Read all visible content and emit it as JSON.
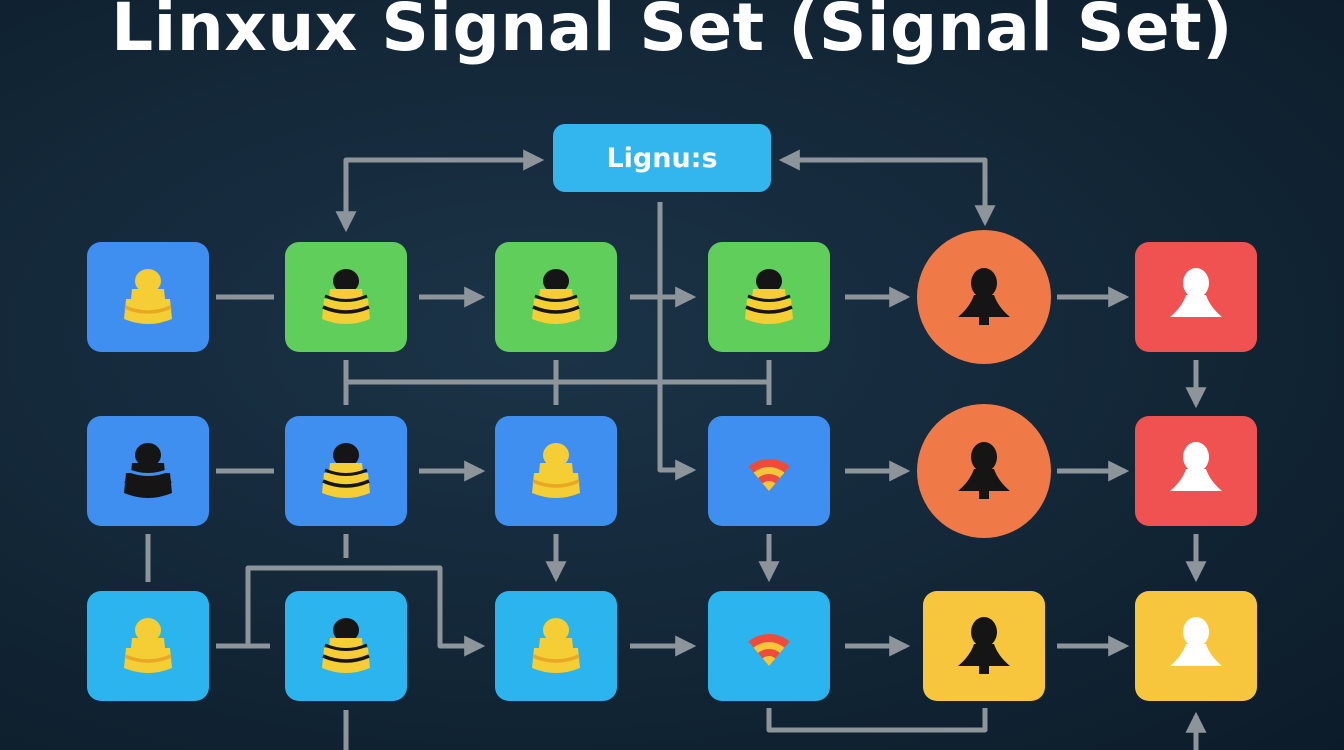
{
  "title": "Linxux Signal Set (Signal Set)",
  "hub": {
    "label": "Lignu:s"
  },
  "colors": {
    "background": "#12283a",
    "connector": "#8d959b",
    "hub": "#33b6ee",
    "blue": "#3e8ff0",
    "cyan": "#2bb4ee",
    "green": "#5fce5a",
    "orange": "#ef7a48",
    "red": "#ef5250",
    "yellow": "#f8c63d",
    "figure_yellow": "#f5cd35",
    "figure_black": "#151515",
    "figure_white": "#ffffff"
  },
  "rows": [
    {
      "nodes": [
        {
          "name": "node-r1-c1",
          "shape": "square",
          "color": "blue",
          "icon": "yellow-pawn-icon"
        },
        {
          "name": "node-r1-c2",
          "shape": "square",
          "color": "green",
          "icon": "black-yellow-pawn-icon"
        },
        {
          "name": "node-r1-c3",
          "shape": "square",
          "color": "green",
          "icon": "black-yellow-pawn-icon"
        },
        {
          "name": "node-r1-c4",
          "shape": "square",
          "color": "green",
          "icon": "black-yellow-pawn-icon"
        },
        {
          "name": "node-r1-c5",
          "shape": "circle",
          "color": "orange",
          "icon": "black-person-icon"
        },
        {
          "name": "node-r1-c6",
          "shape": "square",
          "color": "red",
          "icon": "white-person-icon"
        }
      ]
    },
    {
      "nodes": [
        {
          "name": "node-r2-c1",
          "shape": "square",
          "color": "blue",
          "icon": "black-pawn-icon"
        },
        {
          "name": "node-r2-c2",
          "shape": "square",
          "color": "blue",
          "icon": "black-yellow-pawn-icon"
        },
        {
          "name": "node-r2-c3",
          "shape": "square",
          "color": "blue",
          "icon": "yellow-pawn-icon"
        },
        {
          "name": "node-r2-c4",
          "shape": "square",
          "color": "blue",
          "icon": "signal-wave-icon"
        },
        {
          "name": "node-r2-c5",
          "shape": "circle",
          "color": "orange",
          "icon": "black-person-icon"
        },
        {
          "name": "node-r2-c6",
          "shape": "square",
          "color": "red",
          "icon": "white-person-icon"
        }
      ]
    },
    {
      "nodes": [
        {
          "name": "node-r3-c1",
          "shape": "square",
          "color": "cyan",
          "icon": "yellow-pawn-icon"
        },
        {
          "name": "node-r3-c2",
          "shape": "square",
          "color": "cyan",
          "icon": "black-yellow-pawn-icon"
        },
        {
          "name": "node-r3-c3",
          "shape": "square",
          "color": "cyan",
          "icon": "yellow-pawn-icon"
        },
        {
          "name": "node-r3-c4",
          "shape": "square",
          "color": "cyan",
          "icon": "signal-wave-icon"
        },
        {
          "name": "node-r3-c5",
          "shape": "square",
          "color": "yellow",
          "icon": "black-person-icon"
        },
        {
          "name": "node-r3-c6",
          "shape": "square",
          "color": "yellow",
          "icon": "white-person-icon"
        }
      ]
    }
  ]
}
